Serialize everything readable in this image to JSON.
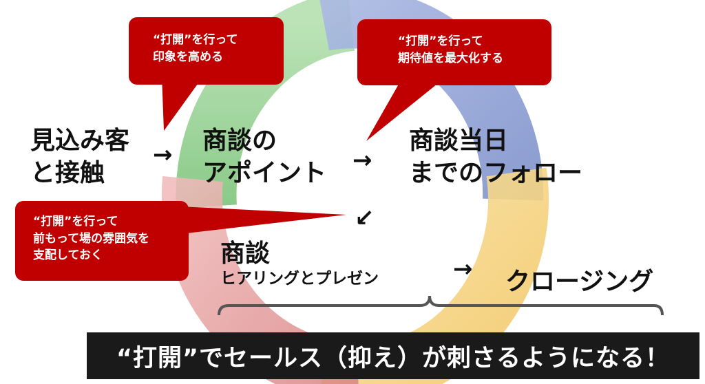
{
  "colors": {
    "ring_green": "#8fcf8a",
    "ring_blue": "#8e9fd2",
    "ring_yellow": "#f6d889",
    "ring_red": "#e39a9a",
    "bubble": "#c00000",
    "banner": "#1a1a1a"
  },
  "steps": {
    "prospect": {
      "line1": "見込み客",
      "line2": "と接触"
    },
    "appointment": {
      "line1": "商談の",
      "line2": "アポイント"
    },
    "follow": {
      "line1": "商談当日",
      "line2": "までのフォロー"
    },
    "meeting": {
      "line1": "商談",
      "line2": "ヒアリングとプレゼン"
    },
    "closing": {
      "line1": "クロージング"
    }
  },
  "arrows": {
    "a1": "→",
    "a2": "→",
    "a3": "↙",
    "a4": "→"
  },
  "callouts": {
    "impression": {
      "line1": "“打開”を行って",
      "line2": "印象を高める"
    },
    "expectation": {
      "line1": "“打開”を行って",
      "line2": "期待値を最大化する"
    },
    "atmosphere": {
      "line1": "“打開”を行って",
      "line2": "前もって場の雰囲気を",
      "line3": "支配しておく"
    }
  },
  "banner": {
    "text": "“打開”でセールス（抑え）が刺さるようになる！"
  }
}
